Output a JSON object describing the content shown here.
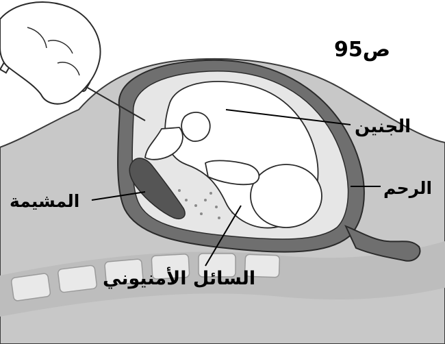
{
  "page_reference": "ص95",
  "labels": {
    "fetus": "الجنين",
    "uterus": "الرحم",
    "placenta": "المشيمة",
    "amniotic_fluid": "السائل الأمنيوني"
  },
  "colors": {
    "background": "#ffffff",
    "body_tissue": "#c8c8c8",
    "uterine_wall": "#6f6f6f",
    "placenta": "#555555",
    "fluid": "#e6e6e6",
    "fetus": "#ffffff",
    "outline": "#2a2a2a"
  },
  "icons": [
    "hand-icon",
    "syringe-icon",
    "needle-icon"
  ]
}
